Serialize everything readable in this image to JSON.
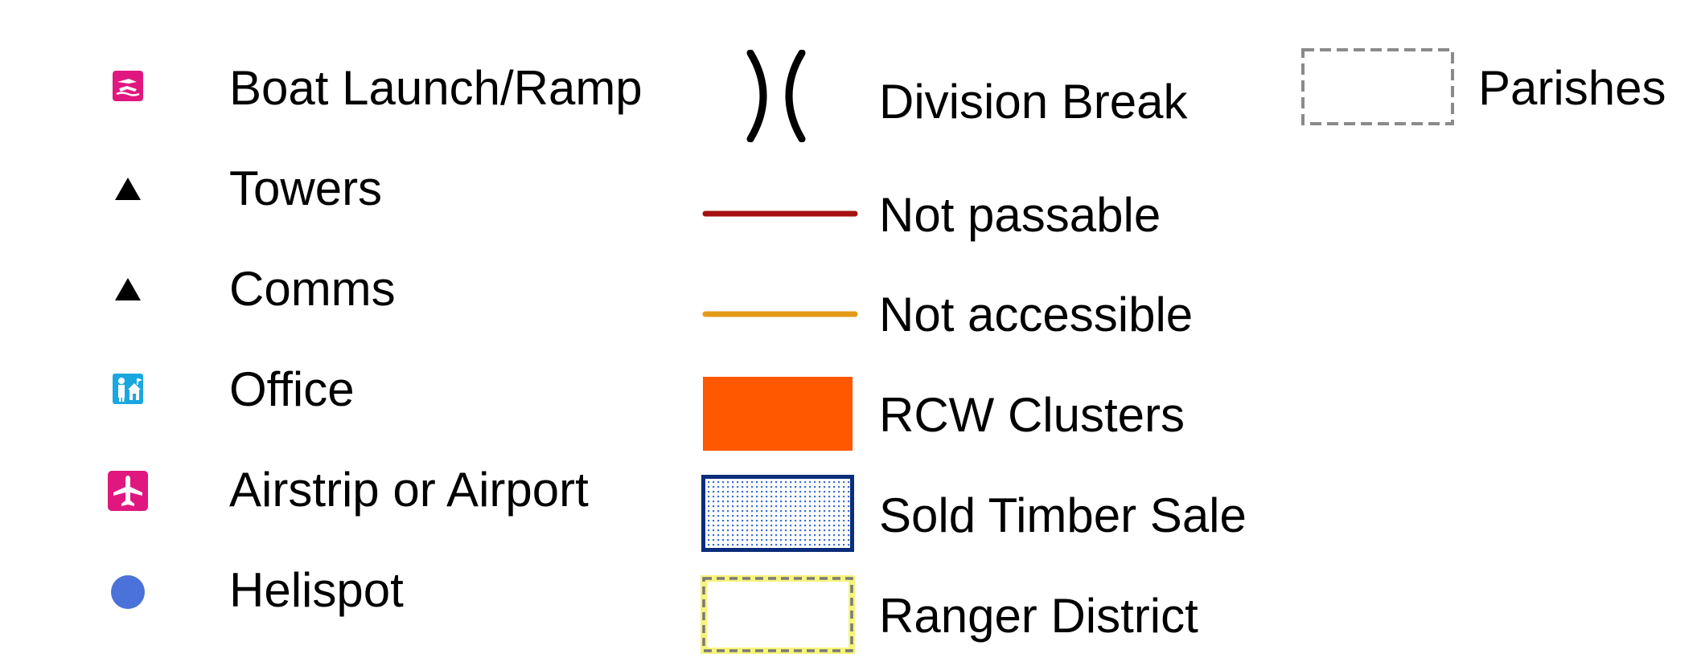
{
  "legend": {
    "items": [
      {
        "label": "Boat Launch/Ramp",
        "icon": "boat-launch-icon",
        "color": "#E0177F"
      },
      {
        "label": "Towers",
        "icon": "triangle-icon",
        "color": "#000000"
      },
      {
        "label": "Comms",
        "icon": "triangle-icon",
        "color": "#000000"
      },
      {
        "label": "Office",
        "icon": "ranger-station-icon",
        "color": "#1AA7DF"
      },
      {
        "label": "Airstrip or Airport",
        "icon": "airplane-icon",
        "color": "#E0177F"
      },
      {
        "label": "Helispot",
        "icon": "circle-icon",
        "color": "#4A72D8"
      },
      {
        "label": "Division Break",
        "icon": "division-break-icon",
        "color": "#000000"
      },
      {
        "label": "Not passable",
        "icon": "line-icon",
        "color": "#A5110F"
      },
      {
        "label": "Not accessible",
        "icon": "line-icon",
        "color": "#E39A17"
      },
      {
        "label": "RCW Clusters",
        "icon": "filled-rect-icon",
        "color": "#FF5800"
      },
      {
        "label": "Sold Timber Sale",
        "icon": "dotted-rect-icon",
        "color": "#0B2D7A"
      },
      {
        "label": "Ranger District",
        "icon": "dashed-yellow-rect-icon",
        "color": "#F6F47A"
      },
      {
        "label": "Parishes",
        "icon": "dashed-gray-rect-icon",
        "color": "#8A8A8A"
      }
    ]
  }
}
